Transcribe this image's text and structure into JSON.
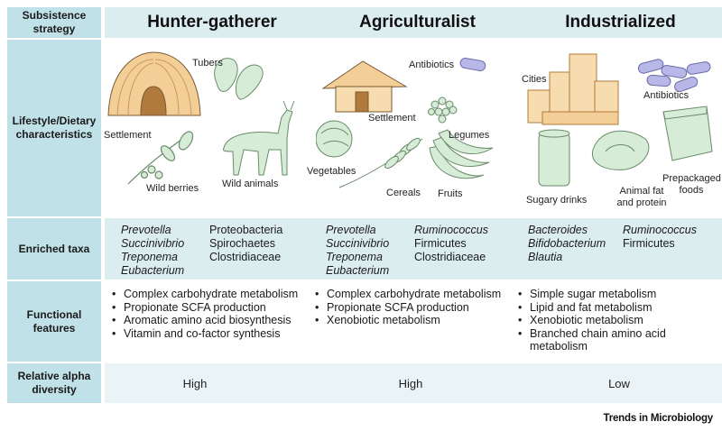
{
  "row_labels": {
    "strategy": "Subsistence strategy",
    "lifestyle": "Lifestyle/Dietary characteristics",
    "taxa": "Enriched taxa",
    "functional": "Functional features",
    "diversity": "Relative alpha diversity"
  },
  "columns": [
    {
      "title": "Hunter-gatherer",
      "captions": [
        "Tubers",
        "Settlement",
        "Wild berries",
        "Wild animals"
      ],
      "taxa_italic": [
        "Prevotella",
        "Succinivibrio",
        "Treponema",
        "Eubacterium"
      ],
      "taxa_plain": [
        "Proteobacteria",
        "Spirochaetes",
        "Clostridiaceae"
      ],
      "features": [
        "Complex carbohydrate metabolism",
        "Propionate SCFA production",
        "Aromatic amino acid biosynthesis",
        "Vitamin and co-factor synthesis"
      ],
      "diversity": "High"
    },
    {
      "title": "Agriculturalist",
      "captions": [
        "Antibiotics",
        "Settlement",
        "Legumes",
        "Vegetables",
        "Cereals",
        "Fruits"
      ],
      "taxa_italic": [
        "Prevotella",
        "Succinivibrio",
        "Treponema",
        "Eubacterium"
      ],
      "taxa_mixed": [
        "Ruminococcus",
        "Firmicutes",
        "Clostridiaceae"
      ],
      "features": [
        "Complex carbohydrate metabolism",
        "Propionate SCFA production",
        "Xenobiotic metabolism"
      ],
      "diversity": "High"
    },
    {
      "title": "Industrialized",
      "captions": [
        "Cities",
        "Antibiotics",
        "Sugary drinks",
        "Animal fat",
        "and protein",
        "Prepackaged",
        "foods"
      ],
      "taxa_italic": [
        "Bacteroides",
        "Bifidobacterium",
        "Blautia"
      ],
      "taxa_mixed": [
        "Ruminococcus",
        "Firmicutes"
      ],
      "features": [
        "Simple sugar metabolism",
        "Lipid and fat metabolism",
        "Xenobiotic metabolism",
        "Branched chain amino acid metabolism"
      ],
      "diversity": "Low"
    }
  ],
  "brand": "Trends in Microbiology",
  "colors": {
    "label_bg": "#bfe1e7",
    "band_bg": "#dcedf0",
    "illustration_green": "#d6ecd6",
    "illustration_tan": "#f3cf97",
    "illustration_purple": "#b7b8e8"
  }
}
